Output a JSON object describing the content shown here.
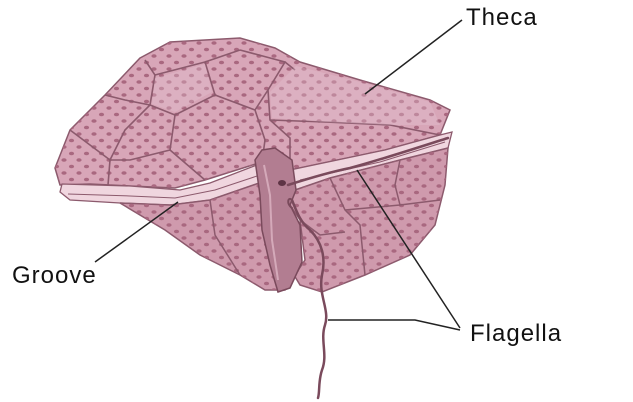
{
  "labels": {
    "theca": "Theca",
    "groove": "Groove",
    "flagella": "Flagella"
  },
  "colors": {
    "plate_fill": "#cf9aad",
    "plate_light": "#e3bccb",
    "plate_shadow": "#b27d91",
    "plate_edge": "#8c5a6d",
    "dot": "#a96880",
    "flagellum": "#7a4a5c",
    "leader": "#222222"
  }
}
